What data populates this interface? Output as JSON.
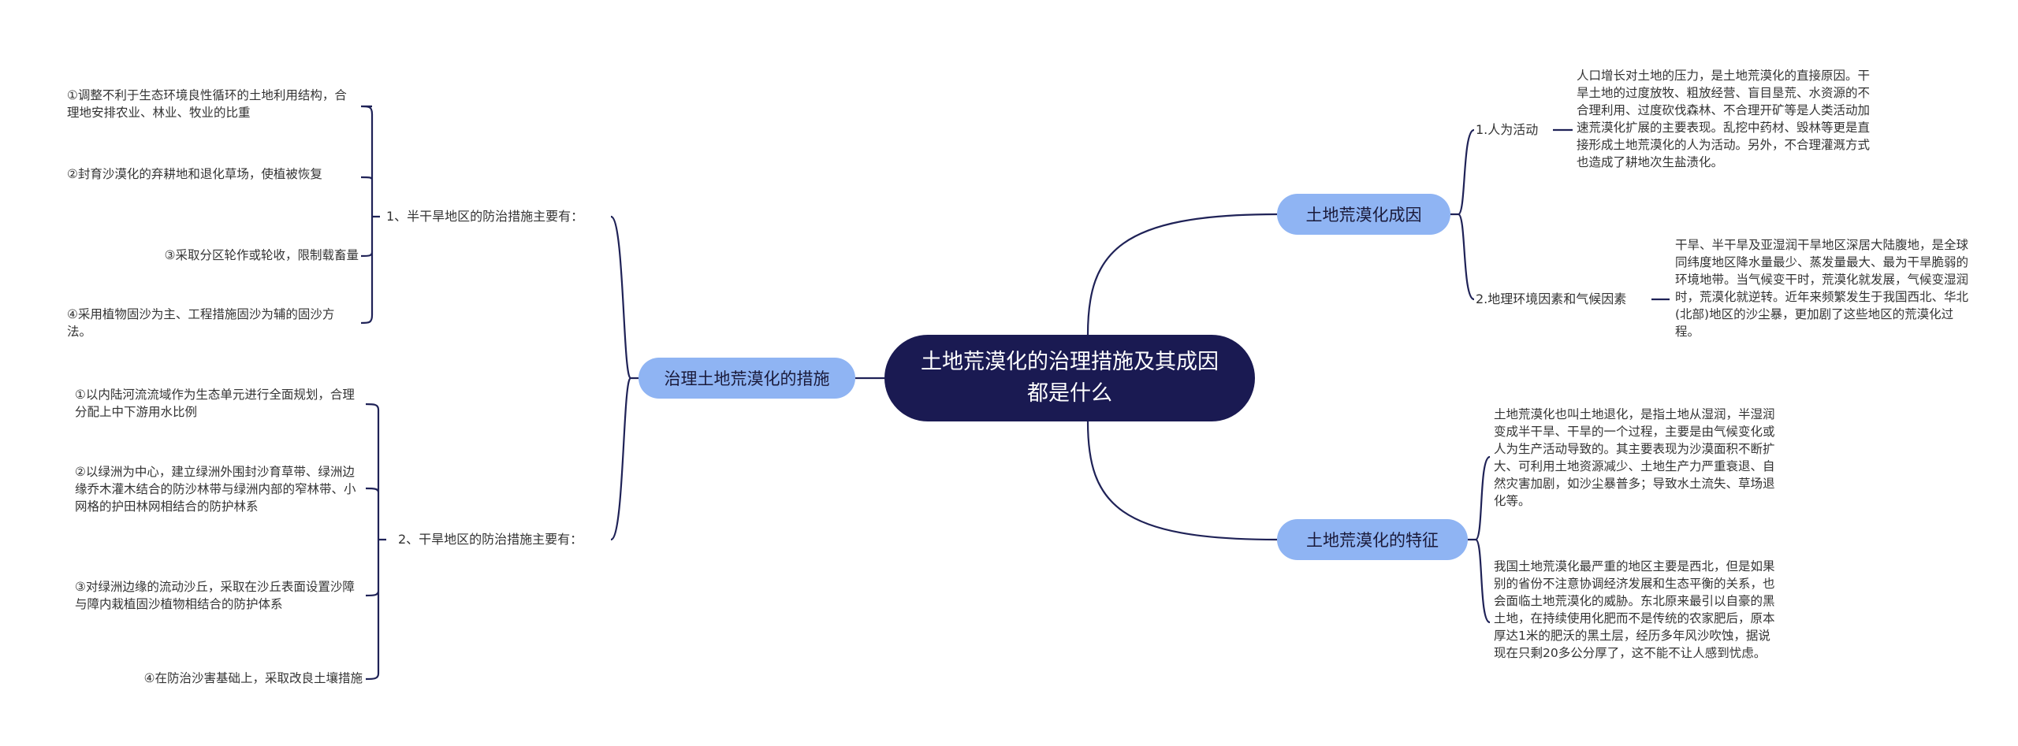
{
  "root": {
    "title": "土地荒漠化的治理措施及其成因都是什么"
  },
  "branches": {
    "causes": {
      "label": "土地荒漠化成因",
      "children": [
        {
          "label": "1.人为活动",
          "text": "人口增长对土地的压力，是土地荒漠化的直接原因。干旱土地的过度放牧、粗放经营、盲目垦荒、水资源的不合理利用、过度砍伐森林、不合理开矿等是人类活动加速荒漠化扩展的主要表现。乱挖中药材、毁林等更是直接形成土地荒漠化的人为活动。另外，不合理灌溉方式也造成了耕地次生盐渍化。"
        },
        {
          "label": "2.地理环境因素和气候因素",
          "text": "干旱、半干旱及亚湿润干旱地区深居大陆腹地，是全球同纬度地区降水量最少、蒸发量最大、最为干旱脆弱的环境地带。当气候变干时，荒漠化就发展，气候变湿润时，荒漠化就逆转。近年来频繁发生于我国西北、华北(北部)地区的沙尘暴，更加剧了这些地区的荒漠化过程。"
        }
      ]
    },
    "features": {
      "label": "土地荒漠化的特征",
      "children": [
        {
          "text": "土地荒漠化也叫土地退化，是指土地从湿润，半湿润变成半干旱、干旱的一个过程，主要是由气候变化或人为生产活动导致的。其主要表现为沙漠面积不断扩大、可利用土地资源减少、土地生产力严重衰退、自然灾害加剧，如沙尘暴普多；导致水土流失、草场退化等。"
        },
        {
          "text": "我国土地荒漠化最严重的地区主要是西北，但是如果别的省份不注意协调经济发展和生态平衡的关系，也会面临土地荒漠化的威胁。东北原来最引以自豪的黑土地，在持续使用化肥而不是传统的农家肥后，原本厚达1米的肥沃的黑土层，经历多年风沙吹蚀，据说现在只剩20多公分厚了，这不能不让人感到忧虑。"
        }
      ]
    },
    "measures": {
      "label": "治理土地荒漠化的措施",
      "children": [
        {
          "label": "1、半干旱地区的防治措施主要有：",
          "items": [
            "①调整不利于生态环境良性循环的土地利用结构，合理地安排农业、林业、牧业的比重",
            "②封育沙漠化的弃耕地和退化草场，使植被恢复",
            "③采取分区轮作或轮收，限制载畜量",
            "④采用植物固沙为主、工程措施固沙为辅的固沙方法。"
          ]
        },
        {
          "label": "2、干旱地区的防治措施主要有：",
          "items": [
            "①以内陆河流流域作为生态单元进行全面规划，合理分配上中下游用水比例",
            "②以绿洲为中心，建立绿洲外围封沙育草带、绿洲边缘乔木灌木结合的防沙林带与绿洲内部的窄林带、小网格的护田林网相结合的防护林系",
            "③对绿洲边缘的流动沙丘，采取在沙丘表面设置沙障与障内栽植固沙植物相结合的防护体系",
            "④在防治沙害基础上，采取改良土壤措施"
          ]
        }
      ]
    }
  },
  "colors": {
    "root_bg": "#1a1a52",
    "branch_bg": "#8fb4f3",
    "link": "#1f2257"
  }
}
